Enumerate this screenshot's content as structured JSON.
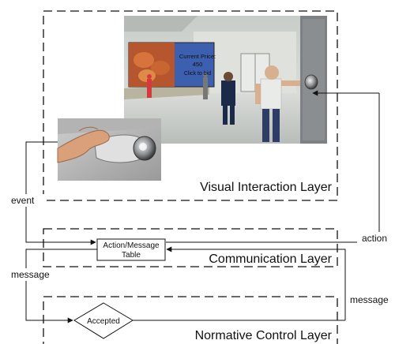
{
  "layers": {
    "visual": "Visual Interaction Layer",
    "communication": "Communication Layer",
    "normative": "Normative Control Layer"
  },
  "scene_sign": {
    "line1": "Current Price:",
    "line2": "450",
    "line3": "Click to bid"
  },
  "table": {
    "line1": "Action/Message",
    "line2": "Table"
  },
  "decision": "Accepted",
  "edges": {
    "event": "event",
    "action": "action",
    "message_left": "message",
    "message_right": "message"
  },
  "colors": {
    "wall": "#d7dad6",
    "floor": "#cfd3cf",
    "panel": "#7e8184",
    "stroke": "#111111"
  },
  "icons": [
    "button-hand-photo",
    "virtual-world-scene",
    "door-button-icon"
  ]
}
